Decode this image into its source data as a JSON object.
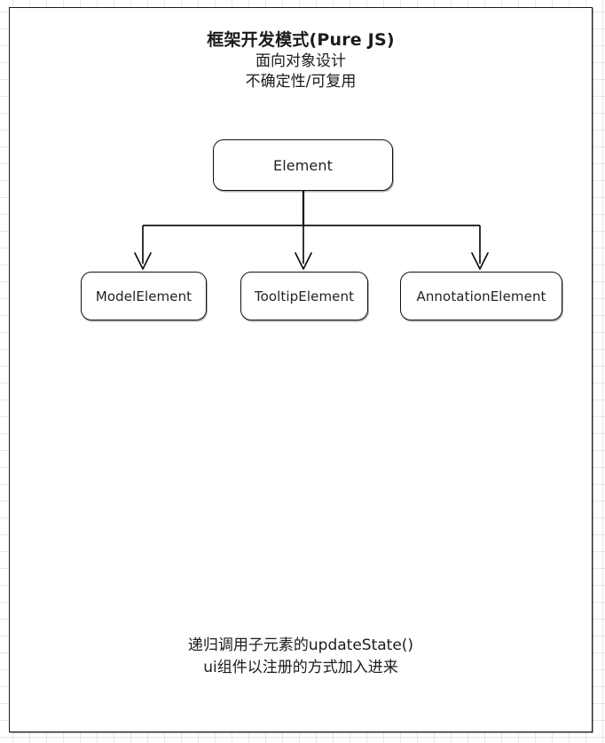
{
  "diagram": {
    "title": {
      "main": "框架开发模式(Pure JS)",
      "sub1": "面向对象设计",
      "sub2": "不确定性/可复用"
    },
    "caption": {
      "line1": "递归调用子元素的updateState()",
      "line2": "ui组件以注册的方式加入进来"
    },
    "nodes": [
      {
        "id": "element",
        "label": "Element"
      },
      {
        "id": "model",
        "label": "ModelElement"
      },
      {
        "id": "tooltip",
        "label": "TooltipElement"
      },
      {
        "id": "annotation",
        "label": "AnnotationElement"
      }
    ],
    "edges": [
      {
        "from": "Element",
        "to": "ModelElement",
        "arrow": "down"
      },
      {
        "from": "Element",
        "to": "TooltipElement",
        "arrow": "down"
      },
      {
        "from": "Element",
        "to": "AnnotationElement",
        "arrow": "down"
      }
    ],
    "colors": {
      "stroke": "#101010",
      "text": "#1b1b1b",
      "background": "#ffffff",
      "grid": "rgba(0,0,0,0.09)"
    }
  }
}
